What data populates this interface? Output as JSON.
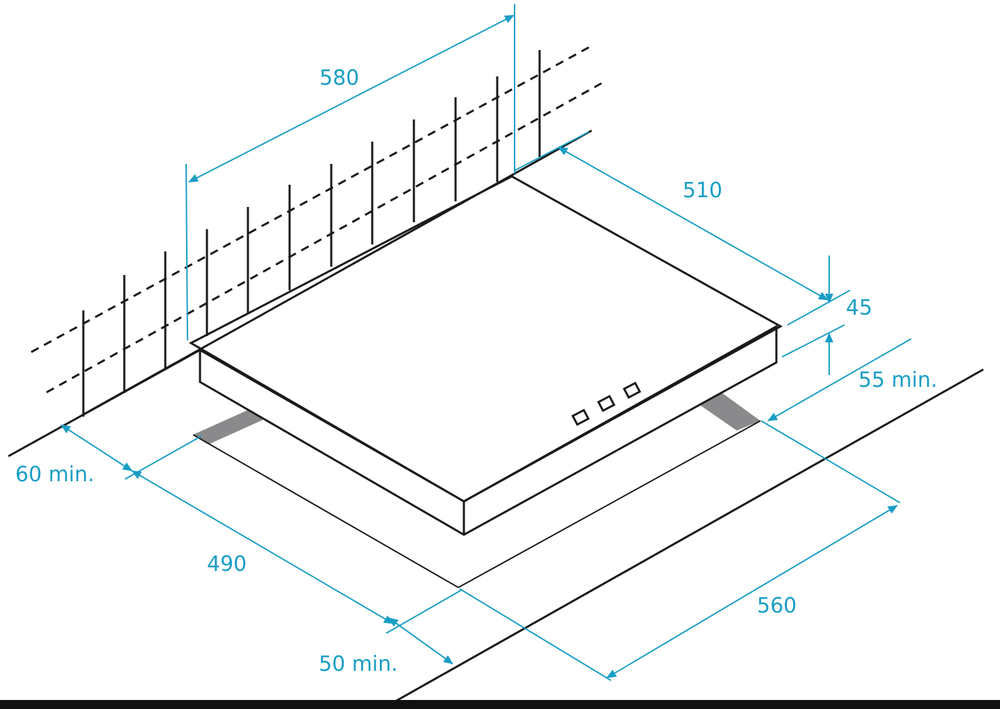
{
  "colors": {
    "dimension": "#1a9ec5",
    "outline": "#1a1a1a",
    "hob_top": "#d3d3d5",
    "opening_shadow": "#8a8a8c",
    "background": "#ffffff",
    "bottom_bar": "#111111"
  },
  "dimensions": {
    "width_580": "580",
    "depth_510": "510",
    "height_45": "45",
    "rear_clearance": "55 min.",
    "side_clearance": "60 min.",
    "cutout_depth": "490",
    "front_clearance": "50 min.",
    "cutout_width": "560"
  },
  "icons": {
    "control_knobs": "square-knob-icon"
  }
}
